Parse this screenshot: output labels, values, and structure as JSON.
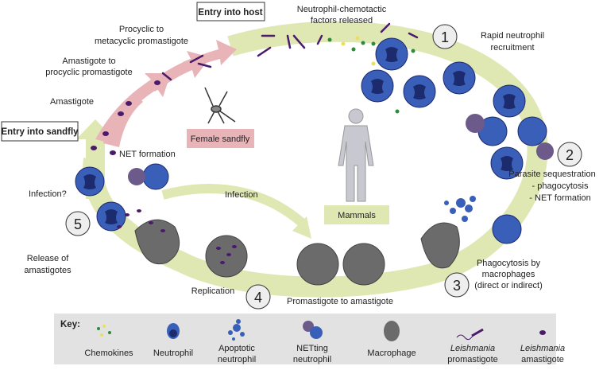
{
  "labels": {
    "entry_host": "Entry into host",
    "chemotactic": [
      "Neutrophil-chemotactic",
      "factors released"
    ],
    "step1": [
      "Rapid neutrophil",
      "recruitment"
    ],
    "procyclic": [
      "Procyclic to",
      "metacyclic promastigote"
    ],
    "amastigote_to": [
      "Amastigote to",
      "procyclic promastigote"
    ],
    "amastigote": "Amastigote",
    "entry_sandfly": "Entry into sandfly",
    "female_sandfly": "Female sandfly",
    "net_formation": "NET formation",
    "infection_q": "Infection?",
    "release": [
      "Release of",
      "amastigotes"
    ],
    "infection": "Infection",
    "mammals": "Mammals",
    "step2": [
      "Parasite sequestration",
      "- phagocytosis",
      "- NET formation"
    ],
    "step3": [
      "Phagocytosis by",
      "macrophages",
      "(direct or indirect)"
    ],
    "replication": "Replication",
    "promastigote_to": "Promastigote to amastigote"
  },
  "steps": [
    "1",
    "2",
    "3",
    "4",
    "5"
  ],
  "key": {
    "title": "Key:",
    "items": [
      {
        "label": [
          "Chemokines"
        ],
        "icon": "chemokines-icon"
      },
      {
        "label": [
          "Neutrophil"
        ],
        "icon": "neutrophil-icon"
      },
      {
        "label": [
          "Apoptotic",
          "neutrophil"
        ],
        "icon": "apoptotic-neutrophil-icon"
      },
      {
        "label": [
          "NETting",
          "neutrophil"
        ],
        "icon": "netting-neutrophil-icon"
      },
      {
        "label": [
          "Macrophage"
        ],
        "icon": "macrophage-icon"
      },
      {
        "label": [
          "Leishmania",
          "promastigote"
        ],
        "icon": "promastigote-icon"
      },
      {
        "label": [
          "Leishmania",
          "amastigote"
        ],
        "icon": "amastigote-icon"
      }
    ]
  },
  "colors": {
    "ring": "#dfe8b3",
    "sandfly_arrow": "#e8b4b8",
    "neutrophil": "#3a5fb8",
    "nucleus": "#1c2a6e",
    "macrophage": "#6b6b6b",
    "parasite": "#4a1a6b",
    "key_bg": "#e2e2e2"
  }
}
